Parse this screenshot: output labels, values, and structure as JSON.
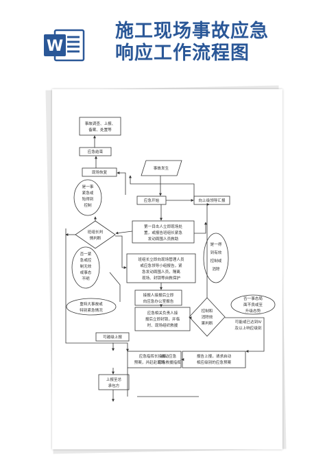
{
  "header": {
    "app_icon": "word-document-icon",
    "app_letter": "W",
    "title_line1": "施工现场事故应急",
    "title_line2": "响应工作流程图"
  },
  "flow": {
    "top_box": [
      "事故调查、上报、",
      "备案、处置等"
    ],
    "emergency_end": "应急结束",
    "site_recovery": "现场恢复",
    "accident": [
      "事故发生"
    ],
    "emergency_start": "应急开始",
    "report_upper": "向上级领导汇报",
    "left_decision_note": [
      "是一事",
      "紧急或",
      "殆得到",
      "控制"
    ],
    "first_person": [
      "第一目击人立即现场处",
      "置，或报告班组长紧急",
      "发动周围人员救助"
    ],
    "team_leader_decision": [
      "班组长判",
      "情判断"
    ],
    "no_note": [
      "否一紧",
      "急或控",
      "制无效",
      "或事态",
      "不明"
    ],
    "team_leader_action": [
      "班组长立即向现场管理人员",
      "或应急领导小组报告，紧",
      "急发动周围人员，隔离",
      "现场、封锁等自救保护"
    ],
    "major_event": [
      "重特大事故或",
      "特别紧急情况"
    ],
    "report_receiver": [
      "接报人接报后立即",
      "向应急办公室报告"
    ],
    "right_top_note": [
      "是一得",
      "到有效",
      "控制或",
      "消除"
    ],
    "emergency_dept": [
      "应急相关负责人接",
      "报后立即封锁，并临",
      "时、现场组织救援"
    ],
    "control_decision": [
      "控制和",
      "消除效",
      "果判断"
    ],
    "right_note": [
      "否一事态局",
      "面不良或至",
      "升级态势"
    ],
    "possible_iv": [
      "可能或已达到Ⅳ",
      "及以上响应级别"
    ],
    "escalate": "可越级上报",
    "command": [
      "应急指挥长接报，",
      "启动应急",
      "预案，并赶赴现场",
      "现场救援指挥"
    ],
    "report_up": [
      "报告上报，请求启动",
      "相应级别的应急预案"
    ],
    "upper_chief": [
      "上报至总",
      "承包方"
    ]
  }
}
